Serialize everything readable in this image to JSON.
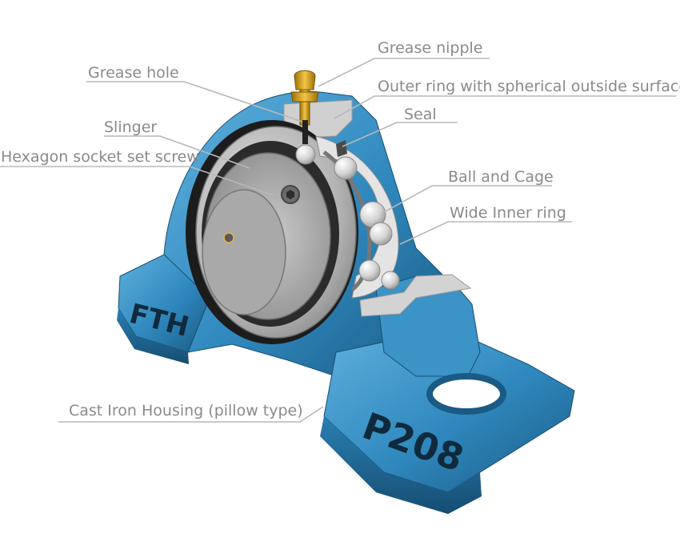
{
  "colors": {
    "housing": "#2f88bd",
    "housing_dark": "#1d5f8a",
    "housing_light": "#56a8d8",
    "steel": "#bdbdbd",
    "steel_dark": "#7d7d7d",
    "brass": "#d4a017",
    "label_text": "#8a8a8a",
    "leader_line": "#b8b8b8"
  },
  "labels": {
    "grease_nipple": "Grease nipple",
    "grease_hole": "Grease hole",
    "outer_ring": "Outer ring with spherical outside surface",
    "seal": "Seal",
    "slinger": "Slinger",
    "set_screw": "Hexagon socket set screw",
    "ball_and_cage": "Ball and Cage",
    "inner_ring": "Wide Inner ring",
    "housing": "Cast Iron Housing (pillow type)"
  },
  "embossing": {
    "brand": "FTH",
    "model": "P208"
  }
}
